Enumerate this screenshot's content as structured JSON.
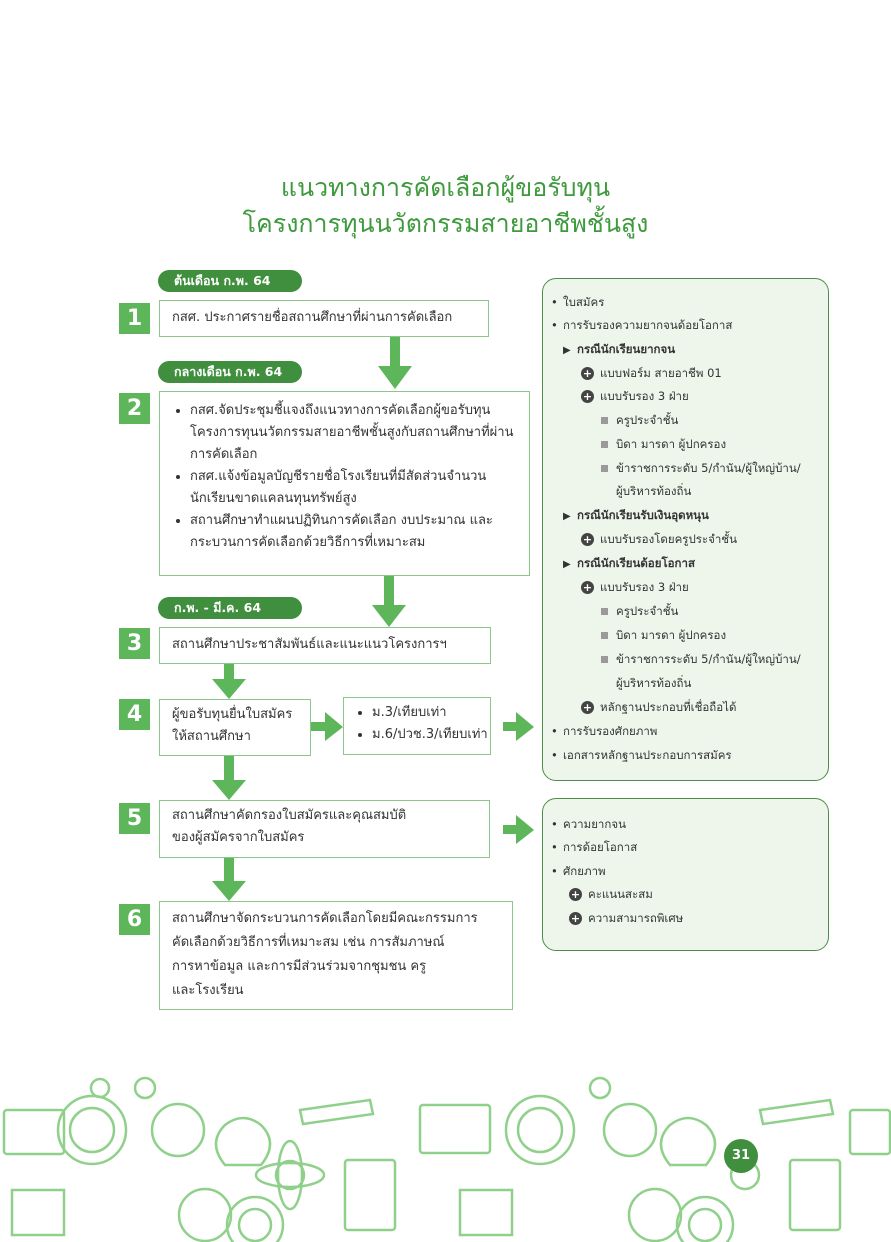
{
  "title_line1": "แนวทางการคัดเลือกผู้ขอรับทุน",
  "title_line2": "โครงการทุนนวัตกรรมสายอาชีพชั้นสูง",
  "periods": {
    "p1": "ต้นเดือน ก.พ. 64",
    "p2": "กลางเดือน ก.พ. 64",
    "p3": "ก.พ. - มี.ค. 64"
  },
  "steps": {
    "s1": {
      "num": "1",
      "text": "กสศ. ประกาศรายชื่อสถานศึกษาที่ผ่านการคัดเลือก"
    },
    "s2": {
      "num": "2",
      "items": [
        "กสศ.จัดประชุมชี้แจงถึงแนวทางการคัดเลือกผู้ขอรับทุนโครงการทุนนวัตกรรมสายอาชีพชั้นสูงกับสถานศึกษาที่ผ่านการคัดเลือก",
        "กสศ.แจ้งข้อมูลบัญชีรายชื่อโรงเรียนที่มีสัดส่วนจำนวนนักเรียนขาดแคลนทุนทรัพย์สูง",
        "สถานศึกษาทำแผนปฏิทินการคัดเลือก งบประมาณ และกระบวนการคัดเลือกด้วยวิธีการที่เหมาะสม"
      ]
    },
    "s3": {
      "num": "3",
      "text": "สถานศึกษาประชาสัมพันธ์และแนะแนวโครงการฯ"
    },
    "s4": {
      "num": "4",
      "line1": "ผู้ขอรับทุนยื่นใบสมัคร",
      "line2": "ให้สถานศึกษา",
      "sub": [
        "ม.3/เทียบเท่า",
        "ม.6/ปวช.3/เทียบเท่า"
      ]
    },
    "s5": {
      "num": "5",
      "line1": "สถานศึกษาคัดกรองใบสมัครและคุณสมบัติ",
      "line2": "ของผู้สมัครจากใบสมัคร"
    },
    "s6": {
      "num": "6",
      "lines": [
        "สถานศึกษาจัดกระบวนการคัดเลือกโดยมีคณะกรรมการ",
        "คัดเลือกด้วยวิธีการที่เหมาะสม เช่น การสัมภาษณ์",
        "การหาข้อมูล และการมีส่วนร่วมจากชุมชน ครู",
        "และโรงเรียน"
      ]
    }
  },
  "docs_panel": {
    "r1": "ใบสมัคร",
    "r2": "การรับรองความยากจนด้อยโอกาส",
    "r3": "กรณีนักเรียนยากจน",
    "r4": "แบบฟอร์ม สายอาชีพ 01",
    "r5": "แบบรับรอง 3 ฝ่าย",
    "r6": "ครูประจำชั้น",
    "r7": "บิดา มารดา ผู้ปกครอง",
    "r8": "ข้าราชการระดับ 5/กำนัน/ผู้ใหญ่บ้าน/",
    "r9": "ผู้บริหารท้องถิ่น",
    "r10": "กรณีนักเรียนรับเงินอุดหนุน",
    "r11": "แบบรับรองโดยครูประจำชั้น",
    "r12": "กรณีนักเรียนด้อยโอกาส",
    "r13": "แบบรับรอง 3 ฝ่าย",
    "r14": "ครูประจำชั้น",
    "r15": "บิดา มารดา ผู้ปกครอง",
    "r16": "ข้าราชการระดับ 5/กำนัน/ผู้ใหญ่บ้าน/",
    "r17": "ผู้บริหารท้องถิ่น",
    "r18": "หลักฐานประกอบที่เชื่อถือได้",
    "r19": "การรับรองศักยภาพ",
    "r20": "เอกสารหลักฐานประกอบการสมัคร"
  },
  "criteria_panel": {
    "c1": "ความยากจน",
    "c2": "การด้อยโอกาส",
    "c3": "ศักยภาพ",
    "c4": "คะแนนสะสม",
    "c5": "ความสามารถพิเศษ"
  },
  "page_number": "31",
  "colors": {
    "green_dark": "#3f8f3e",
    "green": "#5db65a",
    "green_light_bg": "#eef6ec",
    "deco": "#8fd08a"
  }
}
